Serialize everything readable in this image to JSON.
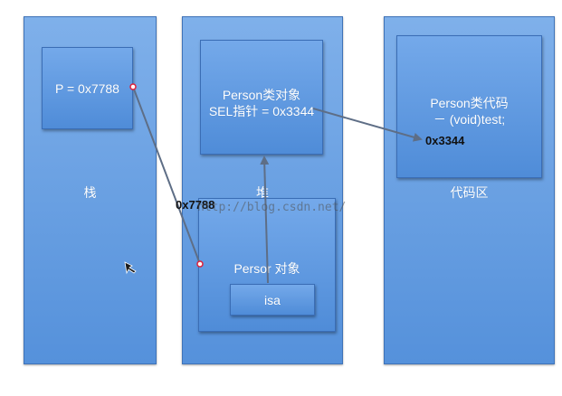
{
  "regions": {
    "stack": "栈",
    "heap": "堆",
    "code": "代码区"
  },
  "stack_box": {
    "text": "P = 0x7788"
  },
  "class_object_box": {
    "line1": "Person类对象",
    "line2": "SEL指针 = 0x3344"
  },
  "person_object_box": {
    "title": "Persor 对象"
  },
  "isa_box": {
    "text": "isa"
  },
  "class_code_box": {
    "line1": "Person类代码",
    "line2": "－ (void)test;"
  },
  "labels": {
    "pointer_address": "0x7788",
    "method_address": "0x3344"
  },
  "watermark": "http://blog.csdn.net/",
  "colors": {
    "region_fill": "#5f98de",
    "box_fill": "#5a95dd",
    "arrow": "#5e6e86",
    "endpoint_dot": "#e0203a"
  }
}
